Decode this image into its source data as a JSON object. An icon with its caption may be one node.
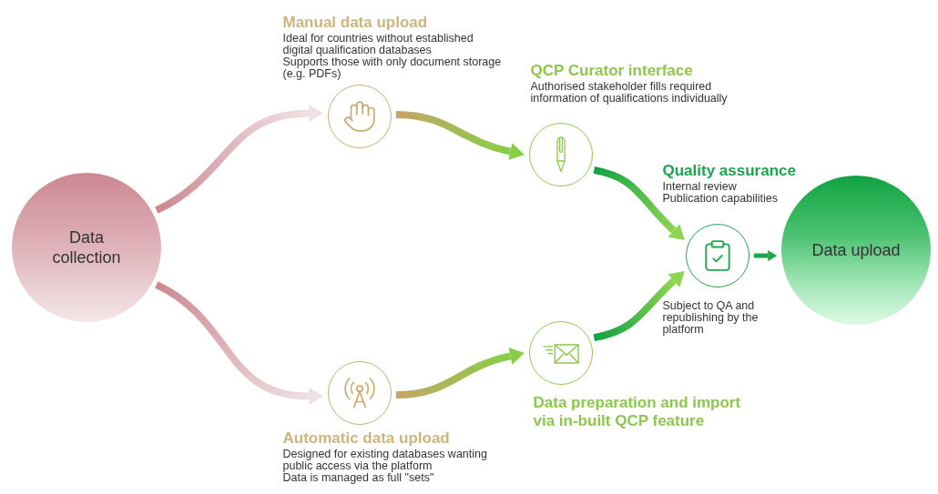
{
  "diagram": {
    "nodes": [
      {
        "text": [
          "Data collection"
        ]
      },
      {
        "text": [
          "Manual data upload",
          "Ideal for countries without established digital qualification databases",
          "Supports those with only document storage (e.g. PDFs)"
        ]
      },
      {
        "text": [
          "Automatic data upload",
          "Designed for existing databases wanting public access via the platform",
          "Data is managed as full \"sets\""
        ]
      },
      {
        "text": [
          "QCP Curator interface",
          "Authorised stakeholder fills required information of qualifications individually"
        ]
      },
      {
        "text": [
          "Data preparation and import via in-built QCP feature"
        ]
      },
      {
        "text": [
          "Quality assurance",
          "Internal review",
          "Publication capabilities"
        ],
        "beside": [
          "Subject to QA and republishing by the platform"
        ]
      },
      {
        "text": [
          "Data upload"
        ]
      }
    ],
    "edges": [
      {
        "from": 0,
        "to": 1,
        "arrow": "to",
        "color": "#cc8892"
      },
      {
        "from": 0,
        "to": 2,
        "arrow": "to",
        "color": "#cc8892"
      },
      {
        "from": 1,
        "to": 3,
        "arrow": "to",
        "color": "#c6a566"
      },
      {
        "from": 2,
        "to": 4,
        "arrow": "to",
        "color": "#c6a566"
      },
      {
        "from": 3,
        "to": 5,
        "arrow": "to",
        "color": "#13a244"
      },
      {
        "from": 4,
        "to": 5,
        "arrow": "to",
        "color": "#13a244"
      },
      {
        "from": 5,
        "to": 6,
        "arrow": "to",
        "color": "#1aa64a"
      }
    ]
  }
}
